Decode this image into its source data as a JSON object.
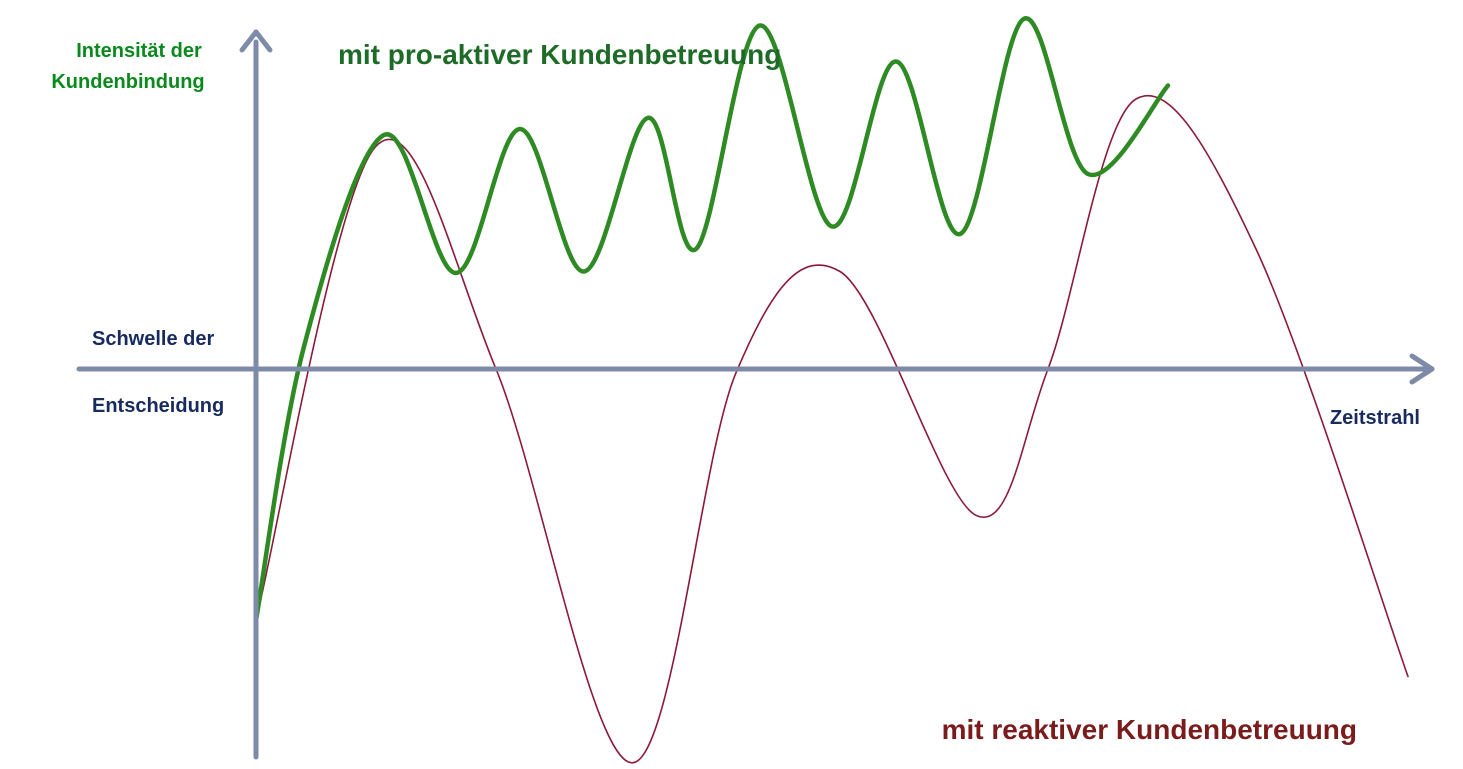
{
  "chart_data": {
    "type": "line",
    "title": "",
    "ylabel": [
      "Intensität der",
      "Kundenbindung"
    ],
    "xlabel": "Zeitstrahl",
    "threshold_label": [
      "Schwelle der",
      "Entscheidung"
    ],
    "grid": false,
    "ylim": [
      -5.4,
      4.75
    ],
    "xlim": [
      0,
      15.3
    ],
    "series": [
      {
        "name": "mit pro-aktiver Kundenbetreuung",
        "color": "#2e8b24",
        "label_color": "#1e6b28",
        "points": [
          [
            0,
            -3.35
          ],
          [
            0.6,
            0.3
          ],
          [
            1.6,
            3.12
          ],
          [
            2.5,
            1.28
          ],
          [
            3.3,
            3.2
          ],
          [
            4.1,
            1.3
          ],
          [
            4.9,
            3.35
          ],
          [
            5.5,
            1.6
          ],
          [
            6.3,
            4.58
          ],
          [
            7.2,
            1.9
          ],
          [
            8.0,
            4.1
          ],
          [
            8.8,
            1.8
          ],
          [
            9.6,
            4.67
          ],
          [
            10.4,
            2.6
          ],
          [
            11.4,
            3.78
          ]
        ]
      },
      {
        "name": "mit reaktiver Kundenbetreuung",
        "color": "#8b1a3a",
        "label_color": "#7b1c1c",
        "points": [
          [
            0,
            -3.35
          ],
          [
            1.5,
            2.97
          ],
          [
            3.0,
            0
          ],
          [
            4.7,
            -5.25
          ],
          [
            6.0,
            -0.05
          ],
          [
            7.3,
            1.3
          ],
          [
            9.0,
            -1.95
          ],
          [
            9.9,
            0
          ],
          [
            11.0,
            3.6
          ],
          [
            12.5,
            1.6
          ],
          [
            14.4,
            -4.1
          ]
        ]
      }
    ]
  },
  "colors": {
    "axis": "#7d8aa8",
    "axis_label": "#172b5e",
    "ylabel": "#0a8a1c"
  }
}
